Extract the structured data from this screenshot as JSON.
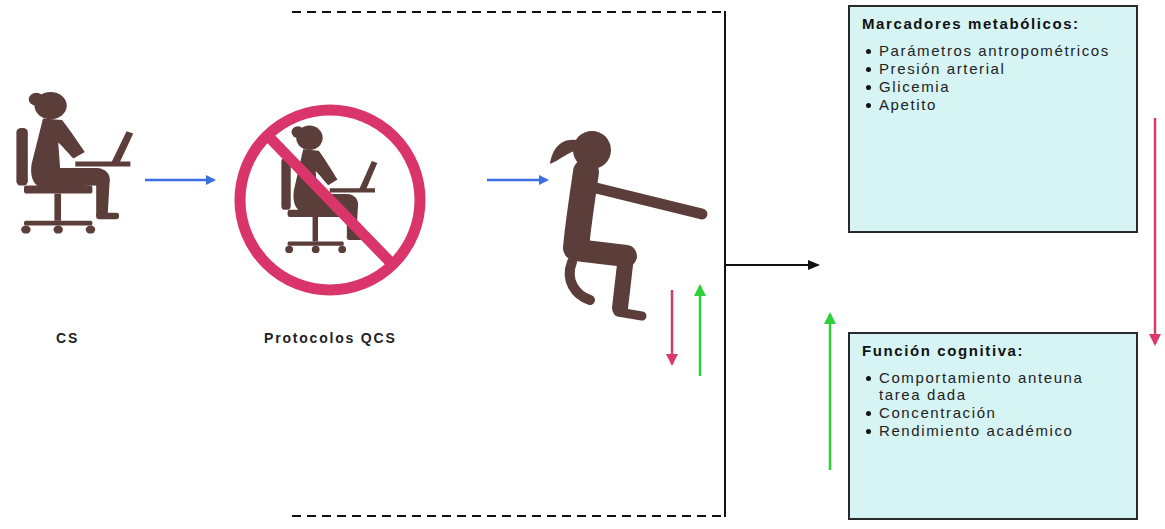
{
  "diagram": {
    "nodes": [
      {
        "text": [
          "Marcadores metabólicos:",
          "Parámetros antropométricos",
          "Presión arterial",
          "Glicemia",
          "Apetito"
        ]
      },
      {
        "text": [
          "Función cognitiva:",
          "Comportamiento anteuna tarea dada",
          "Concentración",
          "Rendimiento académico"
        ]
      }
    ],
    "labels": [
      "CS",
      "Protocolos QCS"
    ]
  }
}
